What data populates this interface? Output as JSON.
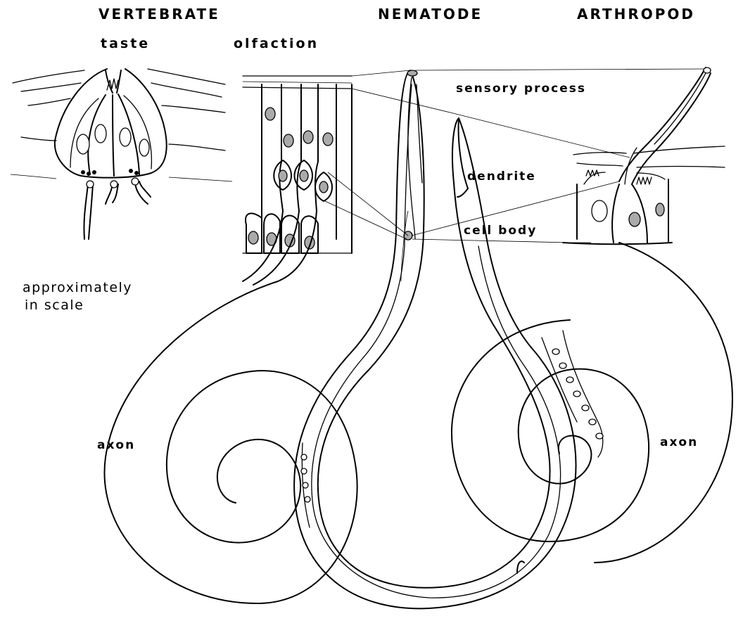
{
  "headings": {
    "vertebrate": "VERTEBRATE",
    "nematode": "NEMATODE",
    "arthropod": "ARTHROPOD"
  },
  "subheadings": {
    "taste": "taste",
    "olfaction": "olfaction"
  },
  "labels": {
    "sensory_process": "sensory process",
    "dendrite": "dendrite",
    "cell_body": "cell body",
    "axon_left": "axon",
    "axon_right": "axon"
  },
  "note": {
    "line1": "approximately",
    "line2": "in scale"
  },
  "colors": {
    "ink": "#000000",
    "background": "#ffffff"
  }
}
